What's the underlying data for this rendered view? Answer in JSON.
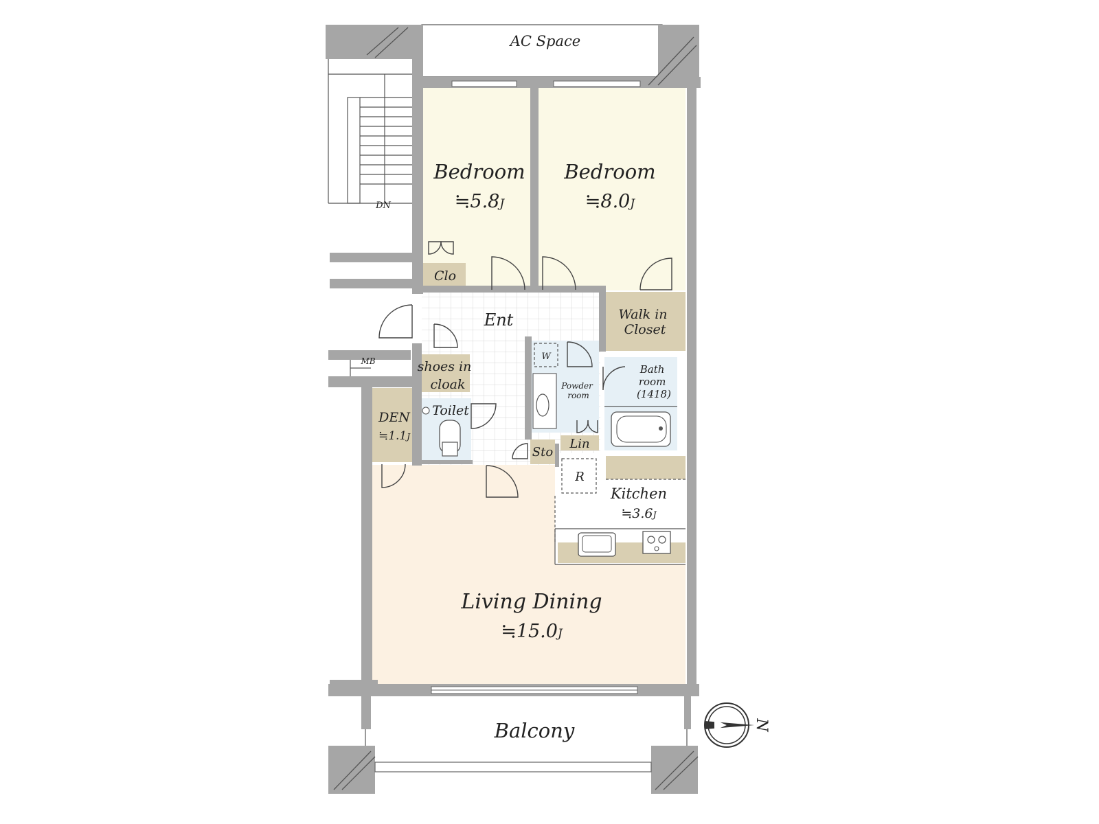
{
  "rooms": {
    "ac_space": "AC Space",
    "bedroom_left": {
      "name": "Bedroom",
      "area": "≒5.8",
      "unit": "J"
    },
    "bedroom_right": {
      "name": "Bedroom",
      "area": "≒8.0",
      "unit": "J"
    },
    "closet": "Clo",
    "entrance": "Ent",
    "walk_in_closet": [
      "Walk in",
      "Closet"
    ],
    "shoes_in_cloak": [
      "shoes in",
      "cloak"
    ],
    "den": {
      "name": "DEN",
      "area": "≒1.1",
      "unit": "J"
    },
    "toilet": "Toilet",
    "washer": "W",
    "powder_room": [
      "Powder",
      "room"
    ],
    "bath_room": [
      "Bath",
      "room",
      "(1418)"
    ],
    "storage": "Sto",
    "linen": "Lin",
    "refrigerator": "R",
    "kitchen": {
      "name": "Kitchen",
      "area": "≒3.6",
      "unit": "J"
    },
    "living_dining": {
      "name": "Living Dining",
      "area": "≒15.0",
      "unit": "J"
    },
    "balcony": "Balcony"
  },
  "markers": {
    "stairs_down": "DN",
    "meter_box": "MB",
    "north": "N"
  },
  "colors": {
    "wall": "#a6a6a6",
    "bedroom_fill": "#fbf9e6",
    "storage_fill": "#d9cfb2",
    "wet_area_fill": "#e6f0f6",
    "living_fill": "#fcf1e2",
    "tile_grid": "#d9d9d9"
  }
}
